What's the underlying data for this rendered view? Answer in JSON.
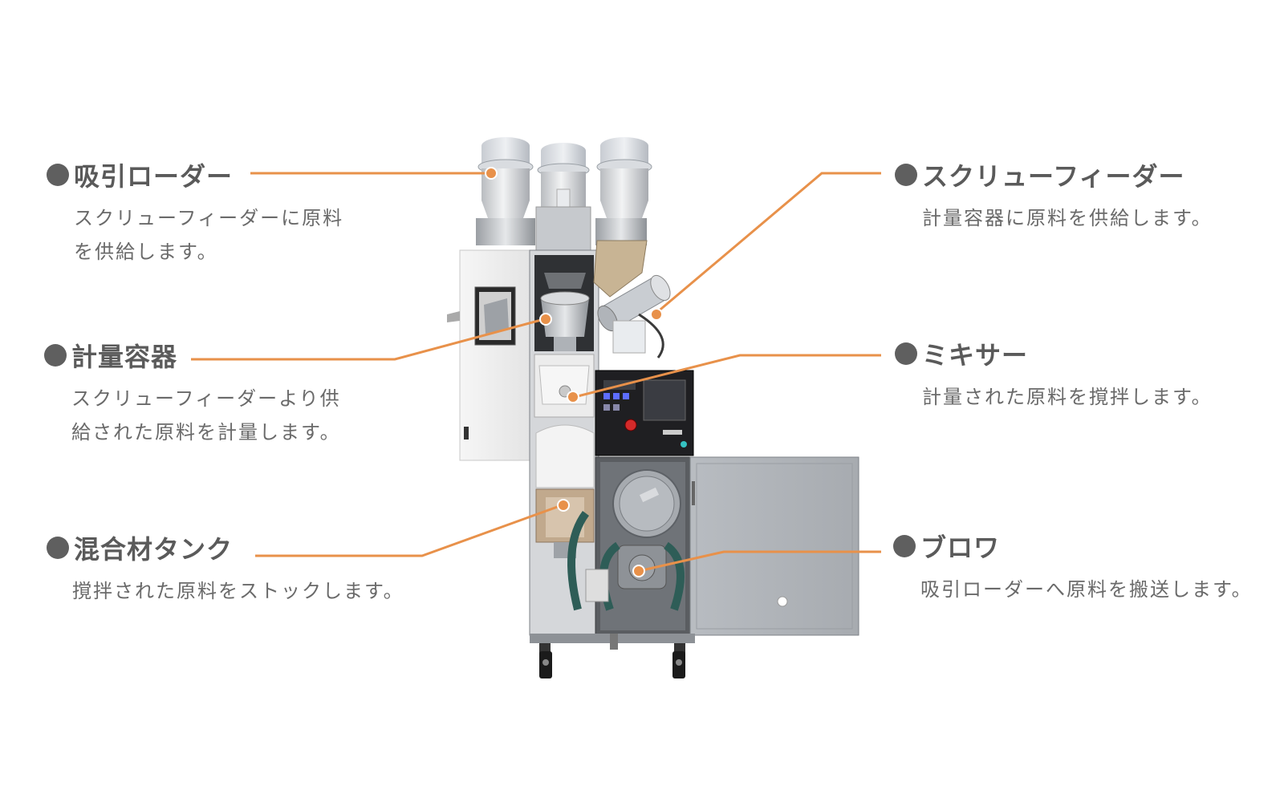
{
  "colors": {
    "leader": "#e8914a",
    "title": "#5a5a5a",
    "description": "#6a6a6a",
    "bullet": "#5f5f5f"
  },
  "callouts": [
    {
      "title": "吸引ローダー",
      "description_lines": [
        "スクリューフィーダーに原料",
        "を供給します。"
      ]
    },
    {
      "title": "計量容器",
      "description_lines": [
        "スクリューフィーダーより供",
        "給された原料を計量します。"
      ]
    },
    {
      "title": "混合材タンク",
      "description_lines": [
        "撹拌された原料をストックします。"
      ]
    },
    {
      "title": "スクリューフィーダー",
      "description_lines": [
        "計量容器に原料を供給します。"
      ]
    },
    {
      "title": "ミキサー",
      "description_lines": [
        "計量された原料を撹拌します。"
      ]
    },
    {
      "title": "ブロワ",
      "description_lines": [
        "吸引ローダーへ原料を搬送します。"
      ]
    }
  ],
  "machine": {
    "illustration": "blender-machine-photo"
  }
}
